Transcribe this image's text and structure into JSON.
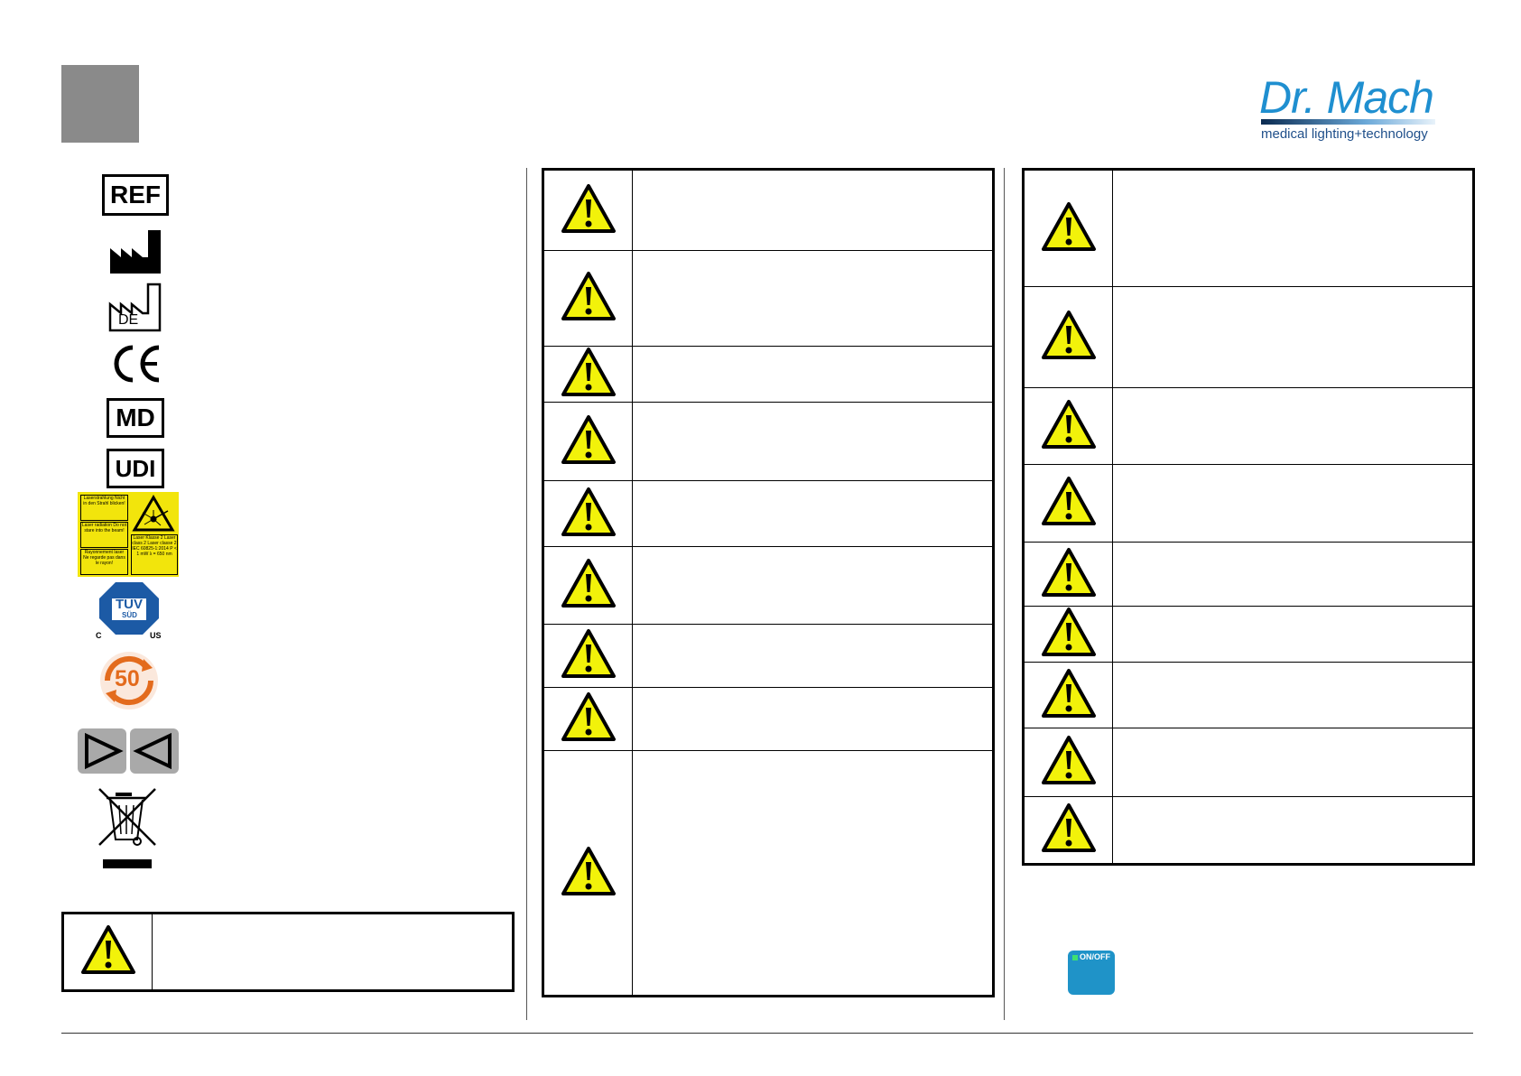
{
  "brand": {
    "name": "Dr. Mach",
    "tagline": "medical lighting+technology",
    "accent": "#1f8fd0"
  },
  "symbols": [
    {
      "name": "ref-symbol",
      "label": "REF"
    },
    {
      "name": "manufacturer-icon"
    },
    {
      "name": "manufacture-date-icon",
      "label": "DE"
    },
    {
      "name": "ce-mark",
      "label": "CE"
    },
    {
      "name": "md-symbol",
      "label": "MD"
    },
    {
      "name": "udi-symbol",
      "label": "UDI"
    },
    {
      "name": "laser-warning-label",
      "labels": [
        "Laserstrahlung Nicht in den Strahl blicken!",
        "Laser radiation Do not stare into the beam!",
        "Rayonnement laser Ne regarde pas dans le rayon!",
        "Laser Klasse 2 Laser class 2 Laser classe 2 IEC 60825-1:2014 P < 1 mW λ = 650 nm"
      ]
    },
    {
      "name": "tuv-mark",
      "labels": [
        "TÜV",
        "SÜD",
        "C",
        "US"
      ]
    },
    {
      "name": "efup-50-icon",
      "label": "50"
    },
    {
      "name": "sterile-barrier-icon"
    },
    {
      "name": "weee-bin-icon"
    }
  ],
  "warning_color": "#f2f20a",
  "left_table_rows": 1,
  "middle_table_rows": 9,
  "right_table_rows": 9,
  "onoff": {
    "label": "ON/OFF",
    "color": "#1f93c8"
  }
}
